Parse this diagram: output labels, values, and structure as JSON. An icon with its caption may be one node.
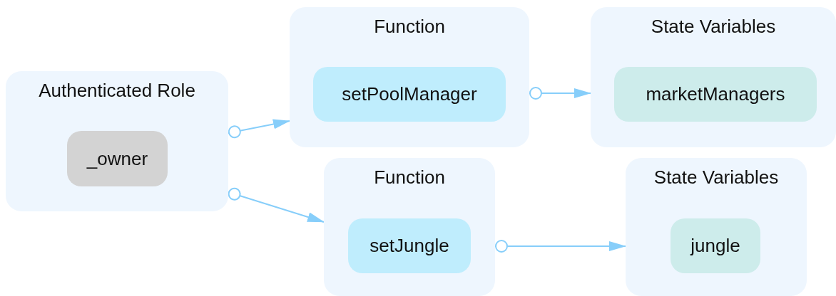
{
  "diagram": {
    "nodes": [
      {
        "text": [
          "Authenticated Role"
        ]
      },
      {
        "text": [
          "_owner"
        ],
        "in": 0
      },
      {
        "text": [
          "Function"
        ]
      },
      {
        "text": [
          "setPoolManager"
        ],
        "in": 2
      },
      {
        "text": [
          "State Variables"
        ]
      },
      {
        "text": [
          "marketManagers"
        ],
        "in": 4
      },
      {
        "text": [
          "Function"
        ]
      },
      {
        "text": [
          "setJungle"
        ],
        "in": 6
      },
      {
        "text": [
          "State Variables"
        ]
      },
      {
        "text": [
          "jungle"
        ],
        "in": 8
      }
    ],
    "edges": [
      {
        "from": 0,
        "to": 2,
        "arrow": "to"
      },
      {
        "from": 0,
        "to": 6,
        "arrow": "to"
      },
      {
        "from": 2,
        "to": 4,
        "arrow": "to"
      },
      {
        "from": 6,
        "to": 8,
        "arrow": "to"
      }
    ]
  }
}
